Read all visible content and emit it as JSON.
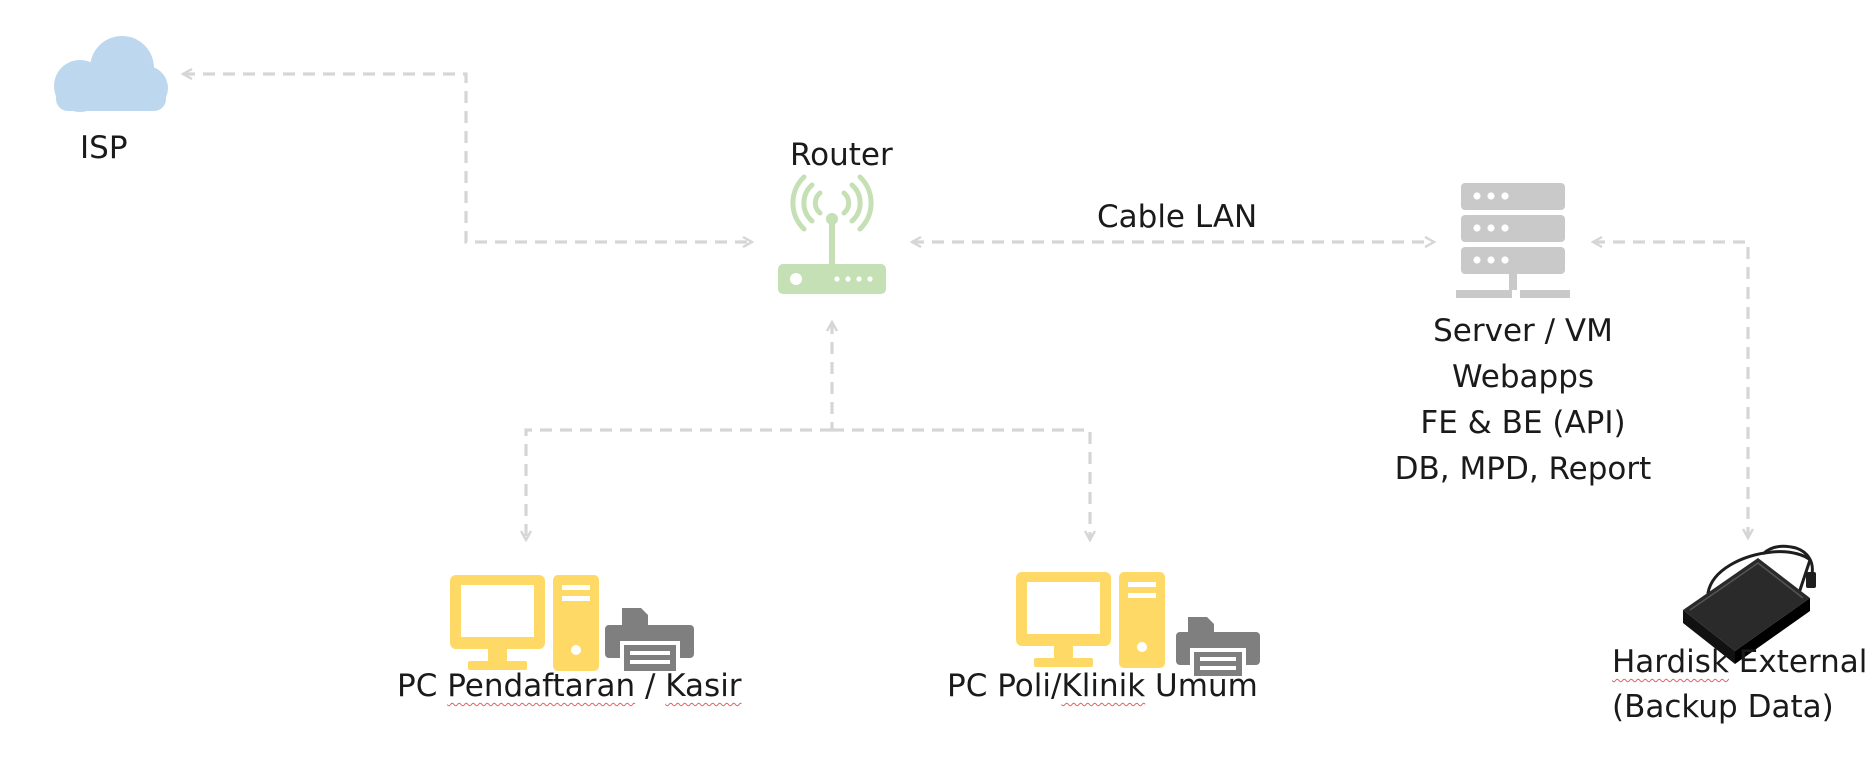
{
  "nodes": {
    "isp": {
      "label": "ISP",
      "icon": "cloud-icon"
    },
    "router": {
      "label": "Router",
      "icon": "wifi-router-icon"
    },
    "server": {
      "icon": "server-rack-icon",
      "lines": [
        "Server / VM",
        "Webapps",
        "FE & BE (API)",
        "DB, MPD, Report"
      ]
    },
    "pc_kasir": {
      "icon": "desktop-pc-printer-icon",
      "label_parts": [
        "PC ",
        "Pendaftaran",
        " / ",
        "Kasir"
      ]
    },
    "pc_poli": {
      "icon": "desktop-pc-printer-icon",
      "label_parts": [
        "PC Poli/",
        "Klinik",
        " Umum"
      ]
    },
    "hardisk": {
      "icon": "external-hdd-icon",
      "label_parts": [
        "Hardisk",
        " External"
      ],
      "label_line2": "(Backup Data)"
    }
  },
  "edges": {
    "router_server_label": "Cable LAN"
  },
  "colors": {
    "connector": "#d6d6d6",
    "cloud": "#bdd7ee",
    "router": "#c5e0b4",
    "server": "#c9c9c9",
    "pc": "#ffd966",
    "printer": "#7f7f7f",
    "hdd": "#1e1e1e"
  }
}
